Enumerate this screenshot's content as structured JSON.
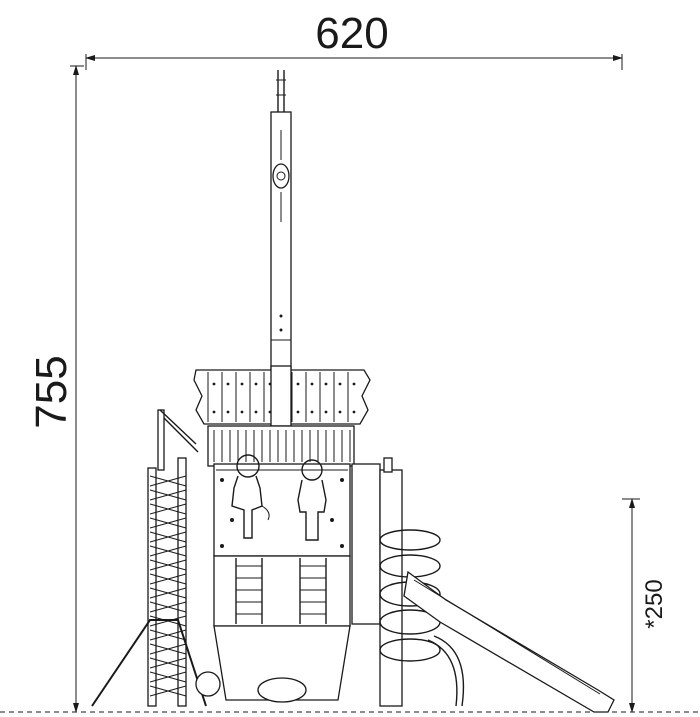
{
  "dimensions": {
    "width_label": "620",
    "height_label": "755",
    "slide_height_label": "*250"
  }
}
